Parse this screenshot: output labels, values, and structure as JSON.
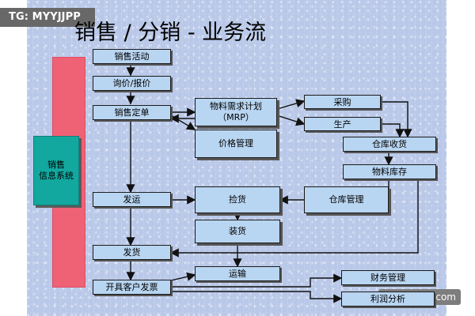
{
  "watermark": {
    "text": "TG: MYYJJPP"
  },
  "site_badge": {
    "text": "www.drfrh.com"
  },
  "slide": {
    "title": "销售 / 分销 - 业务流",
    "colors": {
      "background": "#b9c8e8",
      "node_fill": "#b8d5f1",
      "system_bar": "#ef6175",
      "system_box": "#12a89f",
      "line": "#111111"
    }
  },
  "system": {
    "label_line1": "销售",
    "label_line2": "信息系统"
  },
  "nodes": {
    "sales_activity": "销售活动",
    "inquiry_quote": "询价/报价",
    "sales_order": "销售定单",
    "mrp_line1": "物料需求计划",
    "mrp_line2": "（MRP）",
    "price_management": "价格管理",
    "purchasing": "采购",
    "production": "生产",
    "warehouse_receiving": "仓库收货",
    "material_inventory": "物料库存",
    "shipping": "发运",
    "picking": "捡货",
    "warehouse_management": "仓库管理",
    "packing": "装货",
    "delivery": "发货",
    "transport": "运输",
    "invoice": "开具客户发票",
    "finance_management": "财务管理",
    "profit_analysis_partial": "利润分析"
  }
}
